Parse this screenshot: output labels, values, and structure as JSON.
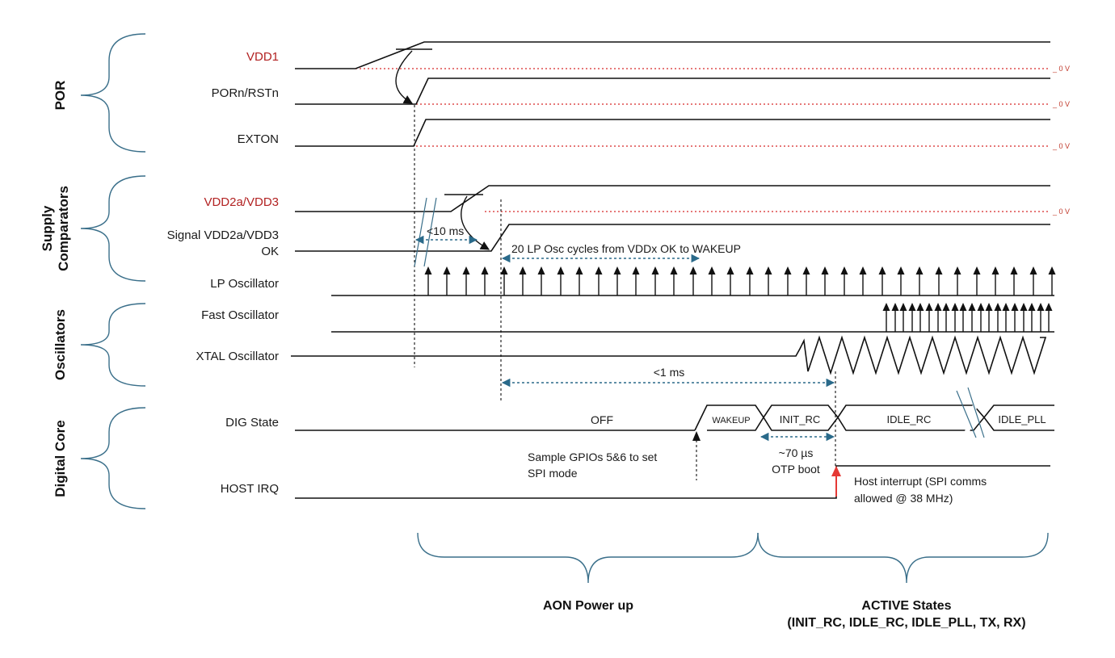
{
  "groups": {
    "por": "POR",
    "supply": "Supply\nComparators",
    "oscillators": "Oscillators",
    "digital": "Digital Core"
  },
  "signals": {
    "vdd1": "VDD1",
    "porn": "PORn/RSTn",
    "exton": "EXTON",
    "vdd2a": "VDD2a/VDD3",
    "vdd_ok_1": "Signal VDD2a/VDD3",
    "vdd_ok_2": "OK",
    "lp_osc": "LP Oscillator",
    "fast_osc": "Fast Oscillator",
    "xtal_osc": "XTAL Oscillator",
    "dig_state": "DIG State",
    "host_irq": "HOST IRQ"
  },
  "zero_label": "_ 0 V",
  "annotations": {
    "lt10ms": "<10 ms",
    "lp_cycles": "20 LP Osc cycles from VDDx OK to WAKEUP",
    "lt1ms": "<1 ms",
    "gpio_1": "Sample GPIOs 5&6 to set",
    "gpio_2": "SPI mode",
    "us70_1": "~70 µs",
    "us70_2": "OTP boot",
    "irq_1": "Host interrupt (SPI comms",
    "irq_2": "allowed @ 38 MHz)"
  },
  "states": {
    "off": "OFF",
    "wakeup": "WAKEUP",
    "init_rc": "INIT_RC",
    "idle_rc": "IDLE_RC",
    "idle_pll": "IDLE_PLL"
  },
  "phases": {
    "aon": "AON Power up",
    "active_1": "ACTIVE States",
    "active_2": "(INIT_RC, IDLE_RC, IDLE_PLL, TX, RX)"
  },
  "colors": {
    "signal": "#111111",
    "zero_line": "#d62828",
    "red_label": "#b22222",
    "brace": "#3a6f8a",
    "dimension": "#2a6a8a",
    "irq_arrow": "#e53935"
  }
}
